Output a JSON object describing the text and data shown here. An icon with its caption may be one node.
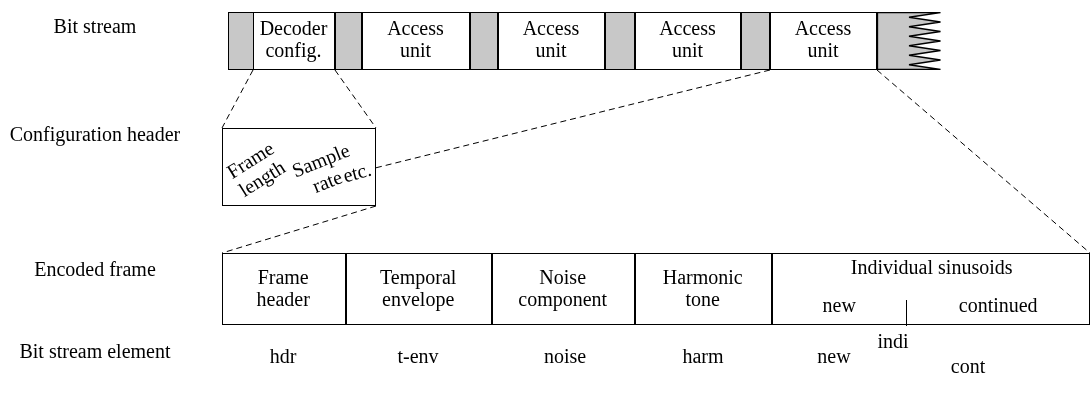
{
  "diagram": {
    "nodes": [
      {
        "text": [],
        "shape": "box"
      },
      {
        "text": [
          "Decoder config."
        ]
      },
      {
        "text": [],
        "shape": "box"
      },
      {
        "text": [
          "Access unit"
        ]
      },
      {
        "text": [],
        "shape": "box"
      },
      {
        "text": [
          "Access unit"
        ]
      },
      {
        "text": [],
        "shape": "box"
      },
      {
        "text": [
          "Access unit"
        ]
      },
      {
        "text": [],
        "shape": "box"
      },
      {
        "text": [
          "Access unit"
        ]
      },
      {
        "text": [],
        "shape": "box"
      },
      {
        "text": [
          "Frame length",
          "Sample rate",
          "etc."
        ]
      },
      {
        "text": [],
        "shape": "box"
      },
      {
        "text": [
          "Frame header"
        ],
        "in": 12
      },
      {
        "text": [
          "Temporal envelope"
        ],
        "in": 12
      },
      {
        "text": [
          "Noise component"
        ],
        "in": 12
      },
      {
        "text": [
          "Harmonic tone"
        ],
        "in": 12
      },
      {
        "text": [
          "Individual sinusoids",
          "new",
          "continued"
        ],
        "in": 12
      }
    ],
    "edges": [
      {
        "from": 1,
        "to": 11,
        "arrow": "none",
        "style": "dashed"
      },
      {
        "from": 1,
        "to": 11,
        "arrow": "none",
        "style": "dashed"
      },
      {
        "from": 9,
        "to": 11,
        "arrow": "none",
        "style": "dashed"
      },
      {
        "from": 11,
        "to": 12,
        "arrow": "none",
        "style": "dashed"
      },
      {
        "from": 9,
        "to": 12,
        "arrow": "none",
        "style": "dashed"
      }
    ],
    "labels": [
      "Bit stream",
      "Configuration header",
      "Encoded frame",
      "Bit stream element",
      "hdr",
      "t-env",
      "noise",
      "harm",
      "new",
      "indi",
      "cont"
    ]
  }
}
